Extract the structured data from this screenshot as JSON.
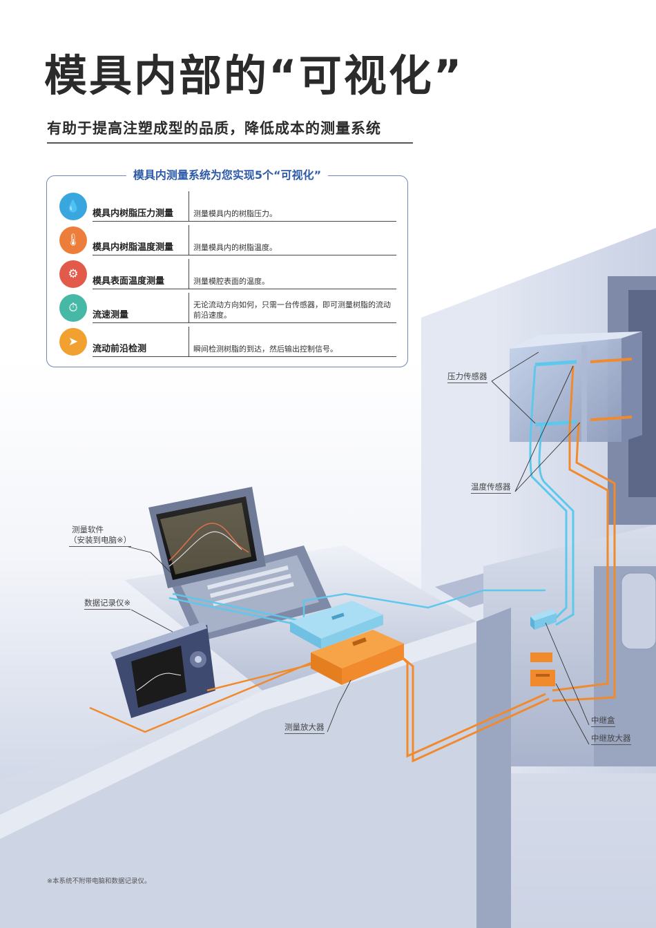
{
  "title": "模具内部的“可视化”",
  "subtitle": "有助于提高注塑成型的品质，降低成本的测量系统",
  "panel": {
    "title": "模具内测量系统为您实现5个“可视化”",
    "items": [
      {
        "name": "模具内树脂压力测量",
        "desc": "测量模具内的树脂压力。",
        "icon": "resin-pressure-icon",
        "color": "#3aa6de"
      },
      {
        "name": "模具内树脂温度测量",
        "desc": "测量模具内的树脂温度。",
        "icon": "resin-temperature-icon",
        "color": "#ec7d3a"
      },
      {
        "name": "模具表面温度测量",
        "desc": "测量模腔表面的温度。",
        "icon": "surface-temperature-icon",
        "color": "#e25a4a"
      },
      {
        "name": "流速测量",
        "desc": "无论流动方向如何，只需一台传感器，即可测量树脂的流动前沿速度。",
        "icon": "flow-speed-icon",
        "color": "#45b8a6"
      },
      {
        "name": "流动前沿检测",
        "desc": "瞬间检测树脂的到达，然后输出控制信号。",
        "icon": "flow-front-icon",
        "color": "#f2a030"
      }
    ]
  },
  "labels": {
    "pressure_sensor": "压力传感器",
    "temperature_sensor": "温度传感器",
    "software_line1": "测量软件",
    "software_line2": "（安装到电脑※）",
    "data_logger": "数据记录仪※",
    "amplifier": "测量放大器",
    "relay_box": "中继盒",
    "relay_amplifier": "中继放大器"
  },
  "footnote": "※本系统不附带电脑和数据记录仪。",
  "colors": {
    "title": "#2b2b2b",
    "panel_border": "#6f86b8",
    "panel_title": "#2e5aa8",
    "cable_blue": "#5ec8ec",
    "cable_orange": "#f08a2c"
  }
}
